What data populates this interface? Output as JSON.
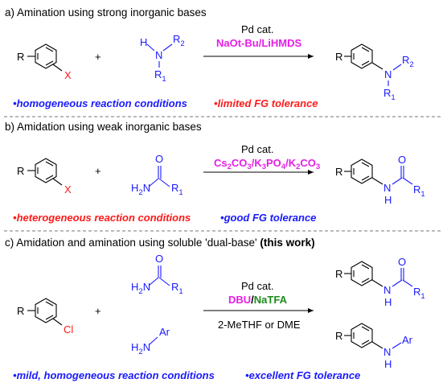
{
  "sections": [
    {
      "header": "a) Amination using strong inorganic bases",
      "catalyst": "Pd cat.",
      "base_reagent": "NaOt-Bu/LiHMDS",
      "note_left": "homogeneous reaction conditions",
      "note_right": "limited FG tolerance"
    },
    {
      "header": "b) Amidation using weak inorganic bases",
      "catalyst": "Pd cat.",
      "note_left": "heterogeneous reaction conditions",
      "note_right": "good FG tolerance"
    },
    {
      "header_plain": "c) Amidation and amination using soluble 'dual-base' ",
      "header_bold": "(this work)",
      "catalyst": "Pd cat.",
      "base_dbu": "DBU",
      "base_slash": "/",
      "base_natfa": "NaTFA",
      "solvent": "2-MeTHF or DME",
      "note_left": "mild, homogeneous reaction conditions",
      "note_right": "excellent FG tolerance"
    }
  ],
  "labels": {
    "R": "R",
    "X": "X",
    "Cl": "Cl",
    "plus": "+",
    "H": "H",
    "N": "N",
    "O": "O",
    "R1": "R1",
    "R2": "R2",
    "H2N": "H2N",
    "Ar": "Ar",
    "bullet": "•"
  },
  "colors": {
    "blue": "#1a1aff",
    "red": "#ff1a1a",
    "magenta": "#e61ee6",
    "green": "#1c8a1c"
  }
}
